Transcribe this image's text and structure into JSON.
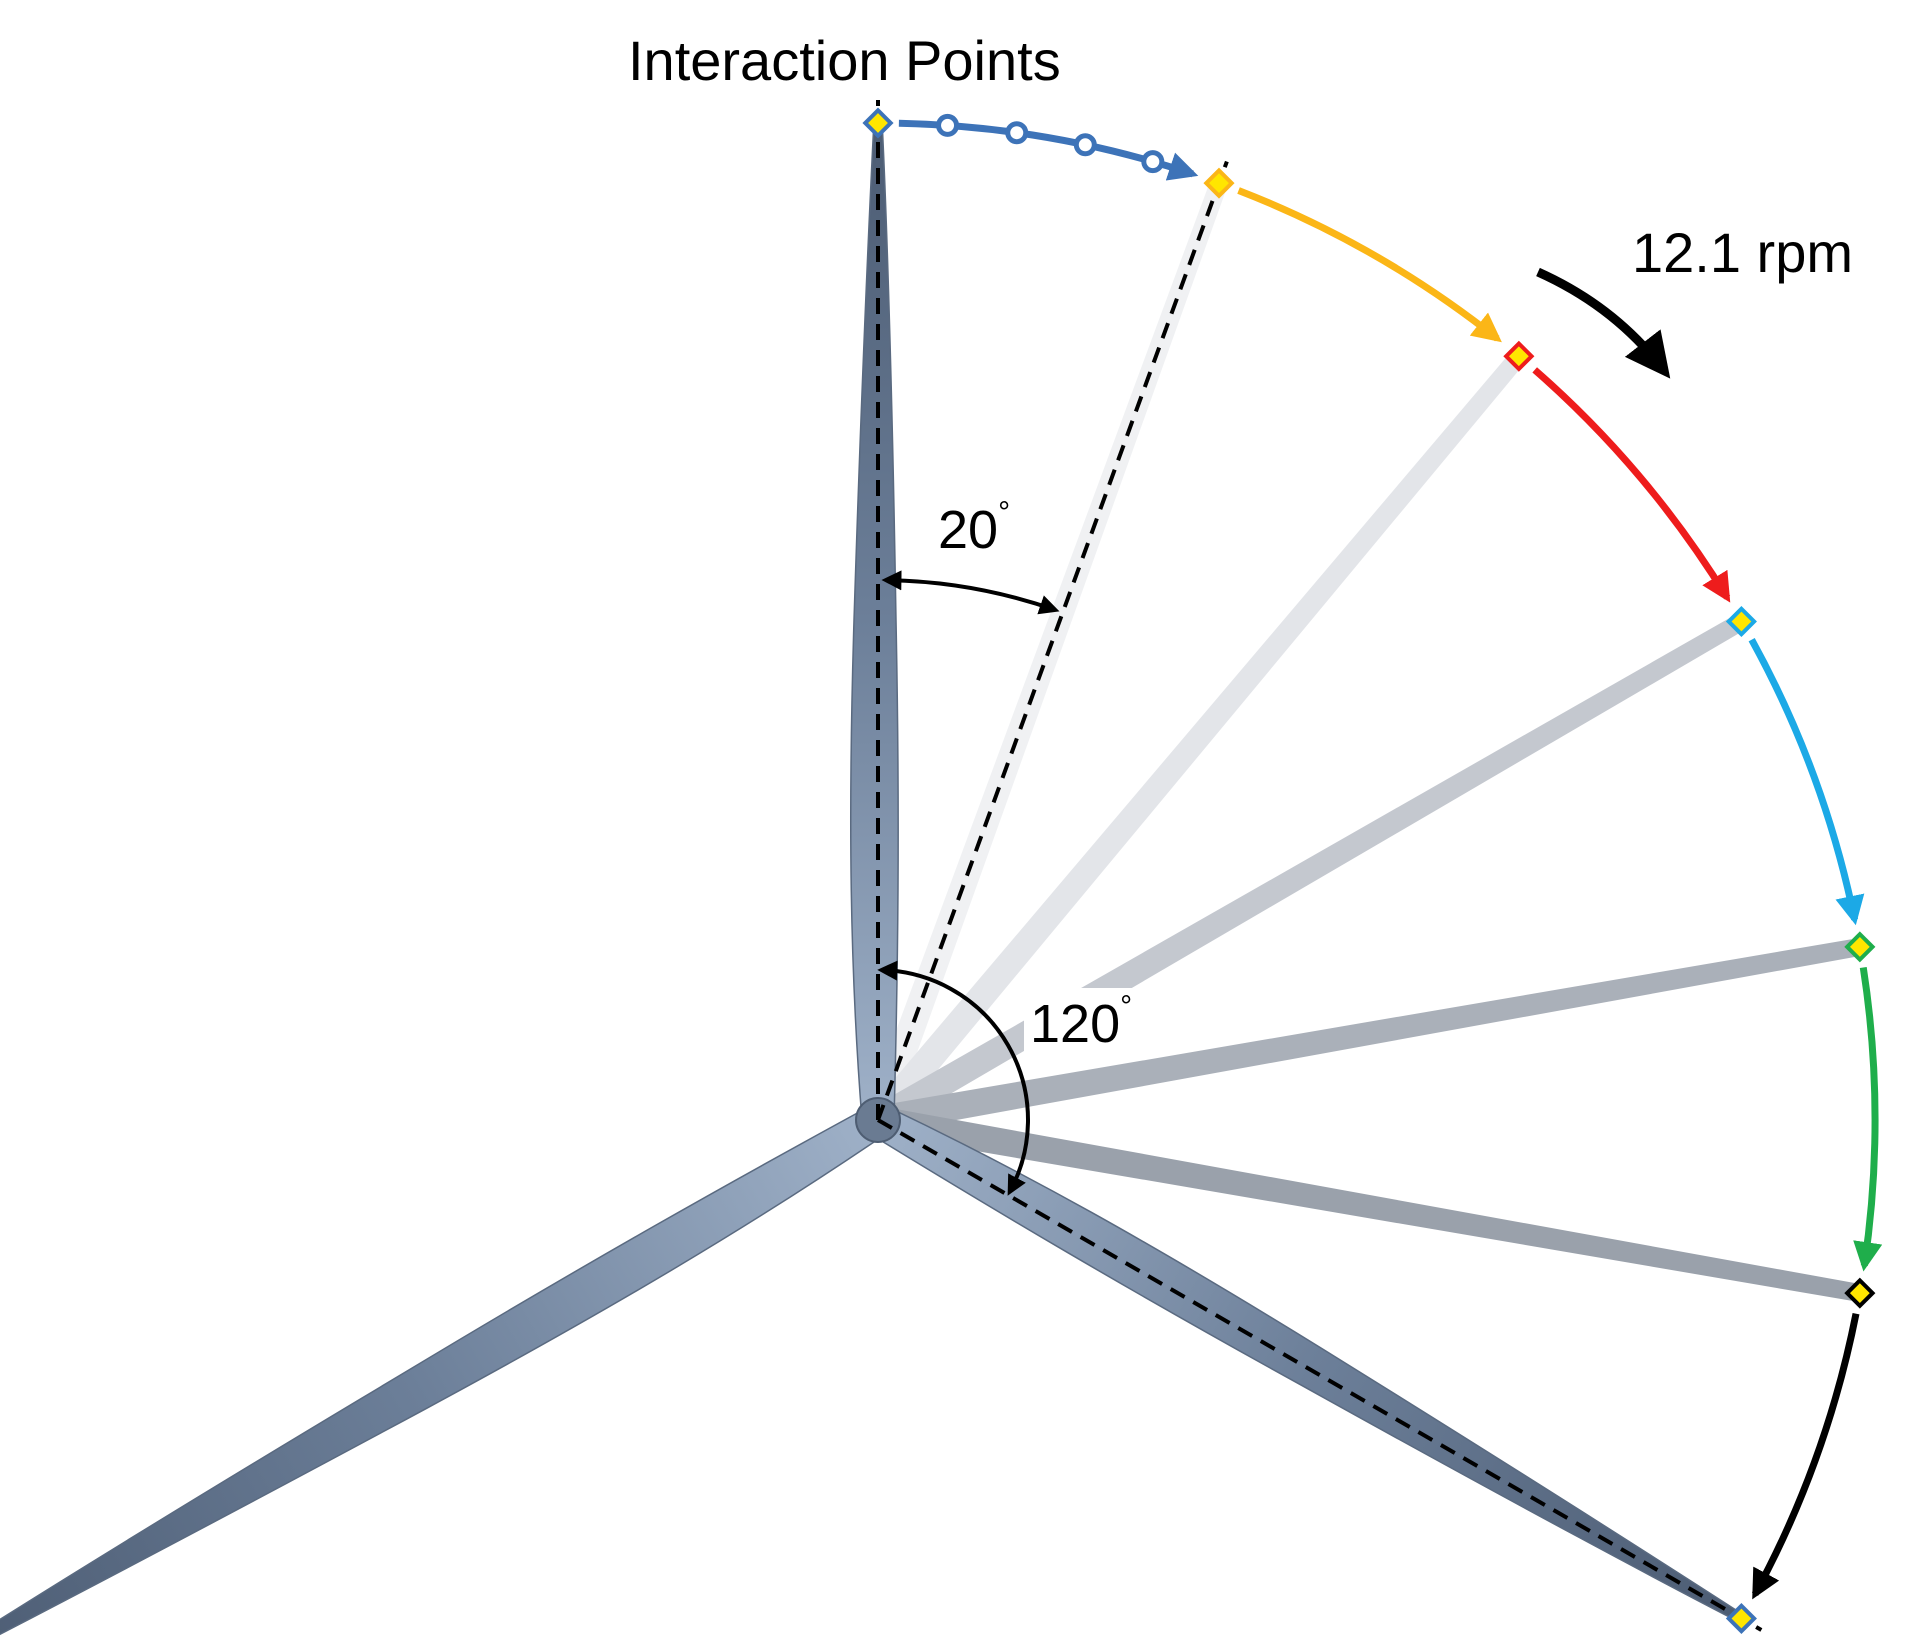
{
  "labels": {
    "interaction_points": "Interaction Points",
    "speed": "12.1 rpm",
    "angle_small": "20",
    "angle_large": "120",
    "degree_mark": "°"
  },
  "rotation": {
    "speed_rpm": 12.1,
    "direction": "clockwise",
    "step_angle_deg": 20,
    "sweep_angle_deg": 120
  },
  "blades": {
    "solid_color": "#6b7f99",
    "ghost_shades": [
      "#f0f1f3",
      "#e3e5e9",
      "#c4c8cf",
      "#aab0b9",
      "#9aa1ab"
    ]
  },
  "arc_segments": [
    {
      "color": "#3d73b8",
      "style": "with-intermediate-points"
    },
    {
      "color": "#fbb617"
    },
    {
      "color": "#ee1c1c"
    },
    {
      "color": "#1ca9e6"
    },
    {
      "color": "#1fae4b"
    },
    {
      "color": "#000000"
    }
  ],
  "interaction_point_colors": [
    "#3d73b8",
    "#fbb617",
    "#ee1c1c",
    "#1ca9e6",
    "#1fae4b",
    "#000000",
    "#3d73b8"
  ],
  "interaction_point_fill": "#ffe600",
  "reference_line_color": "#000000"
}
